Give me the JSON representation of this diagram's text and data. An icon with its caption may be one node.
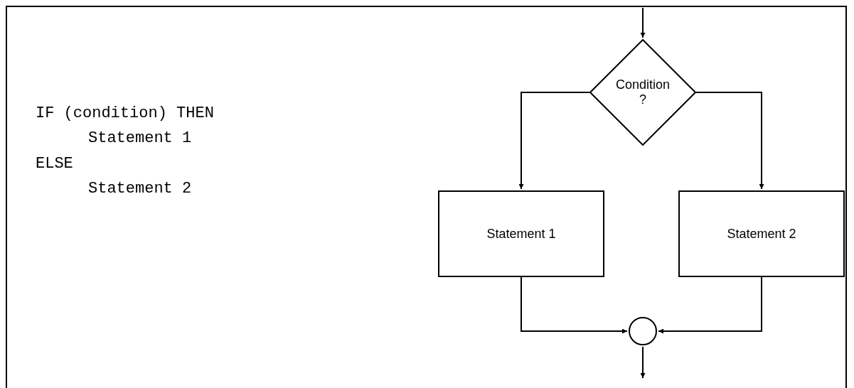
{
  "diagram": {
    "nodes": [
      {
        "text": [
          "Condition ?"
        ]
      },
      {
        "text": [
          "Statement 1"
        ]
      },
      {
        "text": [
          "Statement 2"
        ]
      },
      {
        "text": [],
        "shape": "circle"
      }
    ],
    "edges": [
      {
        "from": null,
        "to": 0,
        "arrow": "to"
      },
      {
        "from": 0,
        "to": 1,
        "arrow": "to"
      },
      {
        "from": 0,
        "to": 2,
        "arrow": "to"
      },
      {
        "from": 1,
        "to": 3,
        "arrow": "to"
      },
      {
        "from": 2,
        "to": 3,
        "arrow": "to"
      },
      {
        "from": 3,
        "to": null,
        "arrow": "to"
      }
    ],
    "labels": [
      "IF (condition) THEN",
      "Statement 1",
      "ELSE",
      "Statement 2"
    ]
  }
}
